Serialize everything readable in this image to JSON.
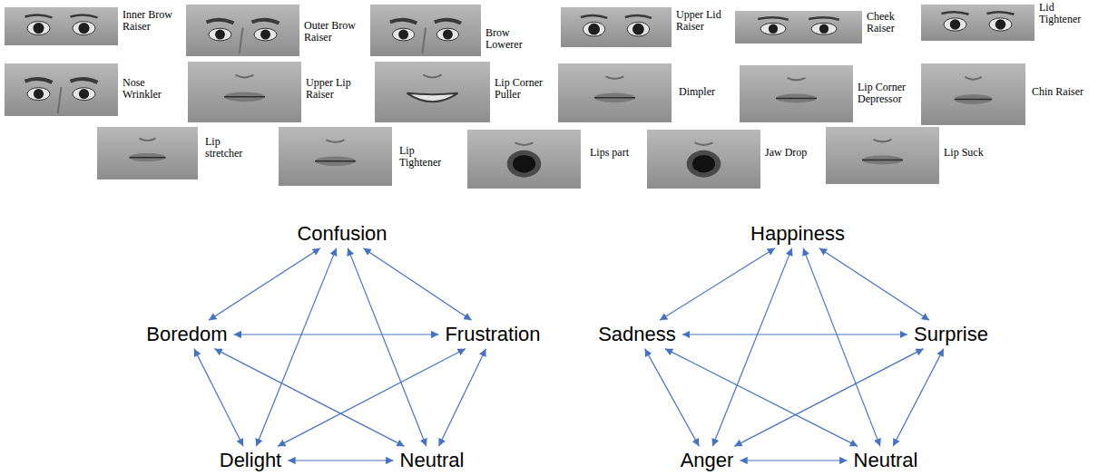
{
  "diagram": {
    "nodes": [
      {
        "text": [
          "Confusion"
        ]
      },
      {
        "text": [
          "Boredom"
        ]
      },
      {
        "text": [
          "Frustration"
        ]
      },
      {
        "text": [
          "Delight"
        ]
      },
      {
        "text": [
          "Neutral"
        ]
      },
      {
        "text": [
          "Happiness"
        ]
      },
      {
        "text": [
          "Sadness"
        ]
      },
      {
        "text": [
          "Surprise"
        ]
      },
      {
        "text": [
          "Anger"
        ]
      },
      {
        "text": [
          "Neutral"
        ]
      }
    ],
    "edges": [
      {
        "from": 0,
        "to": 1,
        "arrow": "both"
      },
      {
        "from": 0,
        "to": 2,
        "arrow": "both"
      },
      {
        "from": 0,
        "to": 3,
        "arrow": "both"
      },
      {
        "from": 0,
        "to": 4,
        "arrow": "both"
      },
      {
        "from": 1,
        "to": 2,
        "arrow": "both"
      },
      {
        "from": 1,
        "to": 3,
        "arrow": "both"
      },
      {
        "from": 1,
        "to": 4,
        "arrow": "both"
      },
      {
        "from": 2,
        "to": 3,
        "arrow": "both"
      },
      {
        "from": 2,
        "to": 4,
        "arrow": "both"
      },
      {
        "from": 3,
        "to": 4,
        "arrow": "both"
      },
      {
        "from": 5,
        "to": 6,
        "arrow": "both"
      },
      {
        "from": 5,
        "to": 7,
        "arrow": "both"
      },
      {
        "from": 5,
        "to": 8,
        "arrow": "both"
      },
      {
        "from": 5,
        "to": 9,
        "arrow": "both"
      },
      {
        "from": 6,
        "to": 7,
        "arrow": "both"
      },
      {
        "from": 6,
        "to": 8,
        "arrow": "both"
      },
      {
        "from": 6,
        "to": 9,
        "arrow": "both"
      },
      {
        "from": 7,
        "to": 8,
        "arrow": "both"
      },
      {
        "from": 7,
        "to": 9,
        "arrow": "both"
      },
      {
        "from": 8,
        "to": 9,
        "arrow": "both"
      }
    ],
    "labels": [
      "Inner Brow Raiser",
      "Outer Brow Raiser",
      "Brow Lowerer",
      "Upper Lid Raiser",
      "Cheek Raiser",
      "Lid Tightener",
      "Nose Wrinkler",
      "Upper Lip Raiser",
      "Lip Corner Puller",
      "Dimpler",
      "Lip Corner Depressor",
      "Chin Raiser",
      "Lip stretcher",
      "Lip Tightener",
      "Lips part",
      "Jaw Drop",
      "Lip Suck"
    ]
  }
}
